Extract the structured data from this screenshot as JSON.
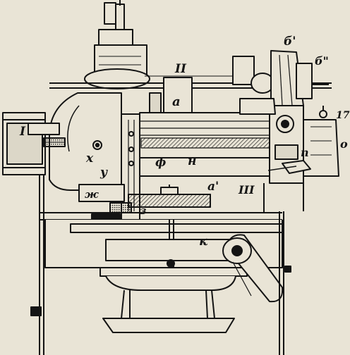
{
  "figure": {
    "labels": {
      "I": "I",
      "II": "II",
      "III": "III",
      "a": "а",
      "a_prime": "а'",
      "b_prime": "б'",
      "b_double": "б\"",
      "n17": "17",
      "o": "о",
      "p": "п",
      "x": "х",
      "y": "у",
      "f": "ф",
      "n": "н",
      "zh": "ж",
      "z": "з",
      "k": "к"
    },
    "colors": {
      "paper": "#e9e4d6",
      "ink": "#141414",
      "shade": "#9a968c"
    }
  }
}
